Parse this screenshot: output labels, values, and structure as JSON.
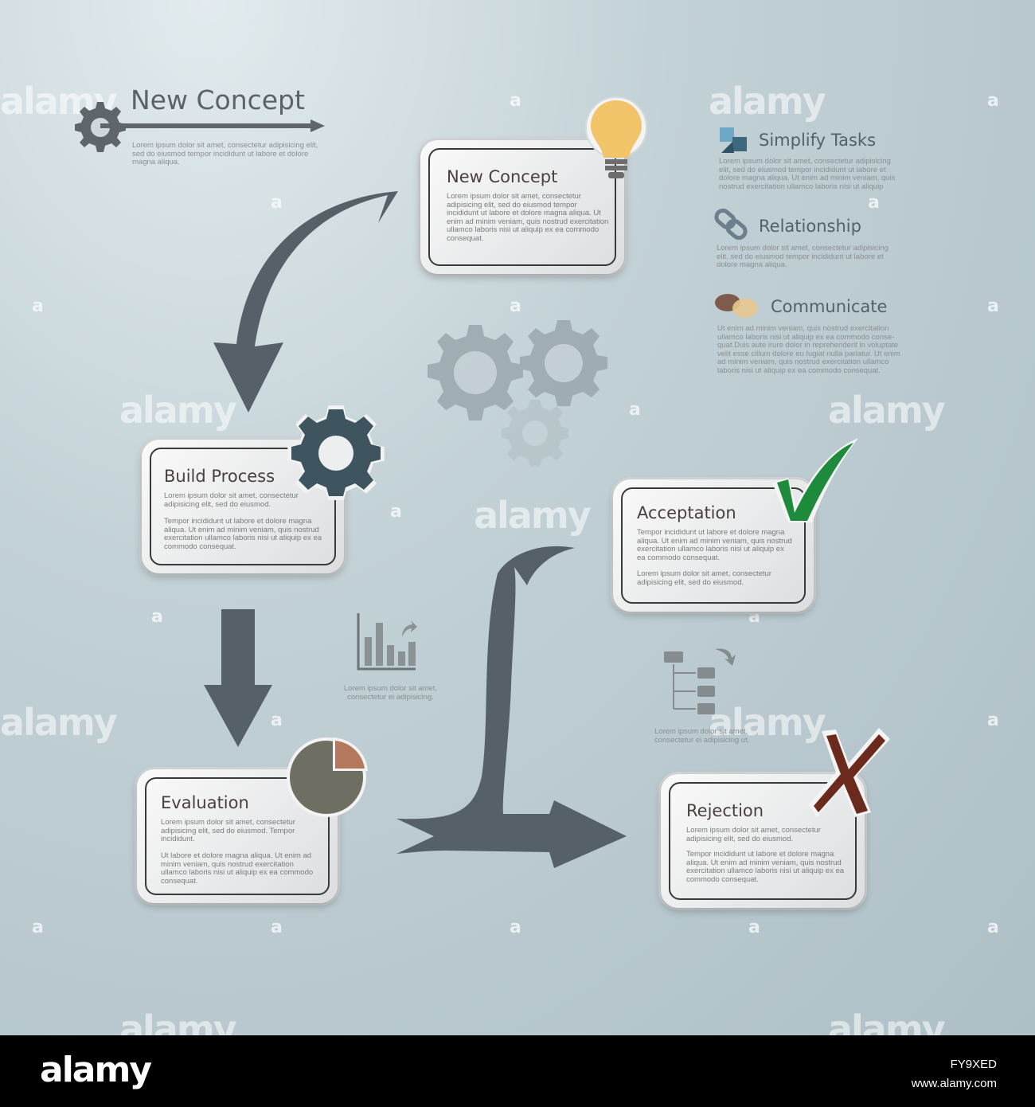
{
  "header": {
    "title": "New Concept",
    "text": "Lorem ipsum dolor sit amet, consectetur adipisicing elit, sed do eiusmod tempor incididunt ut labore et dolore magna aliqua."
  },
  "cards": {
    "new_concept": {
      "title": "New Concept",
      "text": "Lorem ipsum dolor sit amet, consectetur adipisicing elit, sed do eiusmod tempor incididunt ut labore et dolore magna aliqua. Ut enim ad minim veniam, quis nostrud exercitation ullamco laboris nisi ut aliquip ex ea commodo consequat."
    },
    "build_process": {
      "title": "Build Process",
      "text1": "Lorem ipsum dolor sit amet, consectetur adipisicing elit, sed do eiusmod.",
      "text2": "Tempor incididunt ut labore et dolore magna aliqua. Ut enim ad minim veniam, quis nostrud exercitation ullamco laboris nisi ut aliquip ex ea commodo consequat."
    },
    "evaluation": {
      "title": "Evaluation",
      "text1": "Lorem ipsum dolor sit amet, consectetur adipisicing elit, sed do eiusmod.   Tempor incididunt.",
      "text2": "Ut labore et dolore magna aliqua. Ut enim ad minim veniam, quis nostrud exercitation ullamco laboris nisi ut aliquip ex ea commodo consequat."
    },
    "acceptation": {
      "title": "Acceptation",
      "text1": "Tempor incididunt ut labore et dolore magna aliqua. Ut enim ad minim veniam, quis nostrud exercitation ullamco laboris nisi ut aliquip ex ea commodo consequat.",
      "text2": "Lorem ipsum dolor sit amet, consectetur adipisicing elit, sed do eiusmod."
    },
    "rejection": {
      "title": "Rejection",
      "text1": "Lorem ipsum dolor sit amet, consectetur adipisicing elit, sed do eiusmod.",
      "text2": "Tempor incididunt ut labore et dolore magna aliqua. Ut enim ad minim veniam, quis nostrud exercitation ullamco laboris nisi ut aliquip ex ea commodo consequat."
    }
  },
  "side": {
    "simplify": {
      "title": "Simplify Tasks",
      "text": "Lorem ipsum dolor sit amet, consectetur adipisicing elit, sed do eiusmod tempor incididunt ut labore et dolore magna aliqua.  Ut enim ad minim veniam, quis nostrud exercitation ullamco laboris nisi ut aliquip"
    },
    "relationship": {
      "title": "Relationship",
      "text": "Lorem ipsum dolor sit amet, consectetur adipisicing elit, sed do eiusmod tempor incididunt ut labore et dolore magna aliqua."
    },
    "communicate": {
      "title": "Communicate",
      "text": "Ut enim ad minim veniam, quis nostrud exercitation ullamco laboris nisi ut aliquip ex ea commodo conse- quat.Duis aute irure dolor in reprehenderit in voluptate velit esse cillum dolore eu fugiat nulla pariatur. Ut enim ad minim veniam, quis nostrud exercitation ullamco laboris nisi ut aliquip ex ea commodo consequat."
    }
  },
  "chart_caption": "Lorem ipsum dolor sit amet, consectetur ei adipisicing.",
  "folder_caption": "Lorem ipsum dolor sit amet, consectetur ei adipisicing ut.",
  "watermark": {
    "word": "alamy",
    "letter": "a"
  },
  "footer": {
    "logo": "alamy",
    "image_id": "FY9XED",
    "site": "www.alamy.com"
  },
  "colors": {
    "arrow": "#556069",
    "gear": "#3e5560",
    "check": "#1e8a3c",
    "cross": "#6b2a1c",
    "bulb": "#f2c46a",
    "pie_main": "#6f6e62",
    "pie_slice": "#b4795c"
  }
}
